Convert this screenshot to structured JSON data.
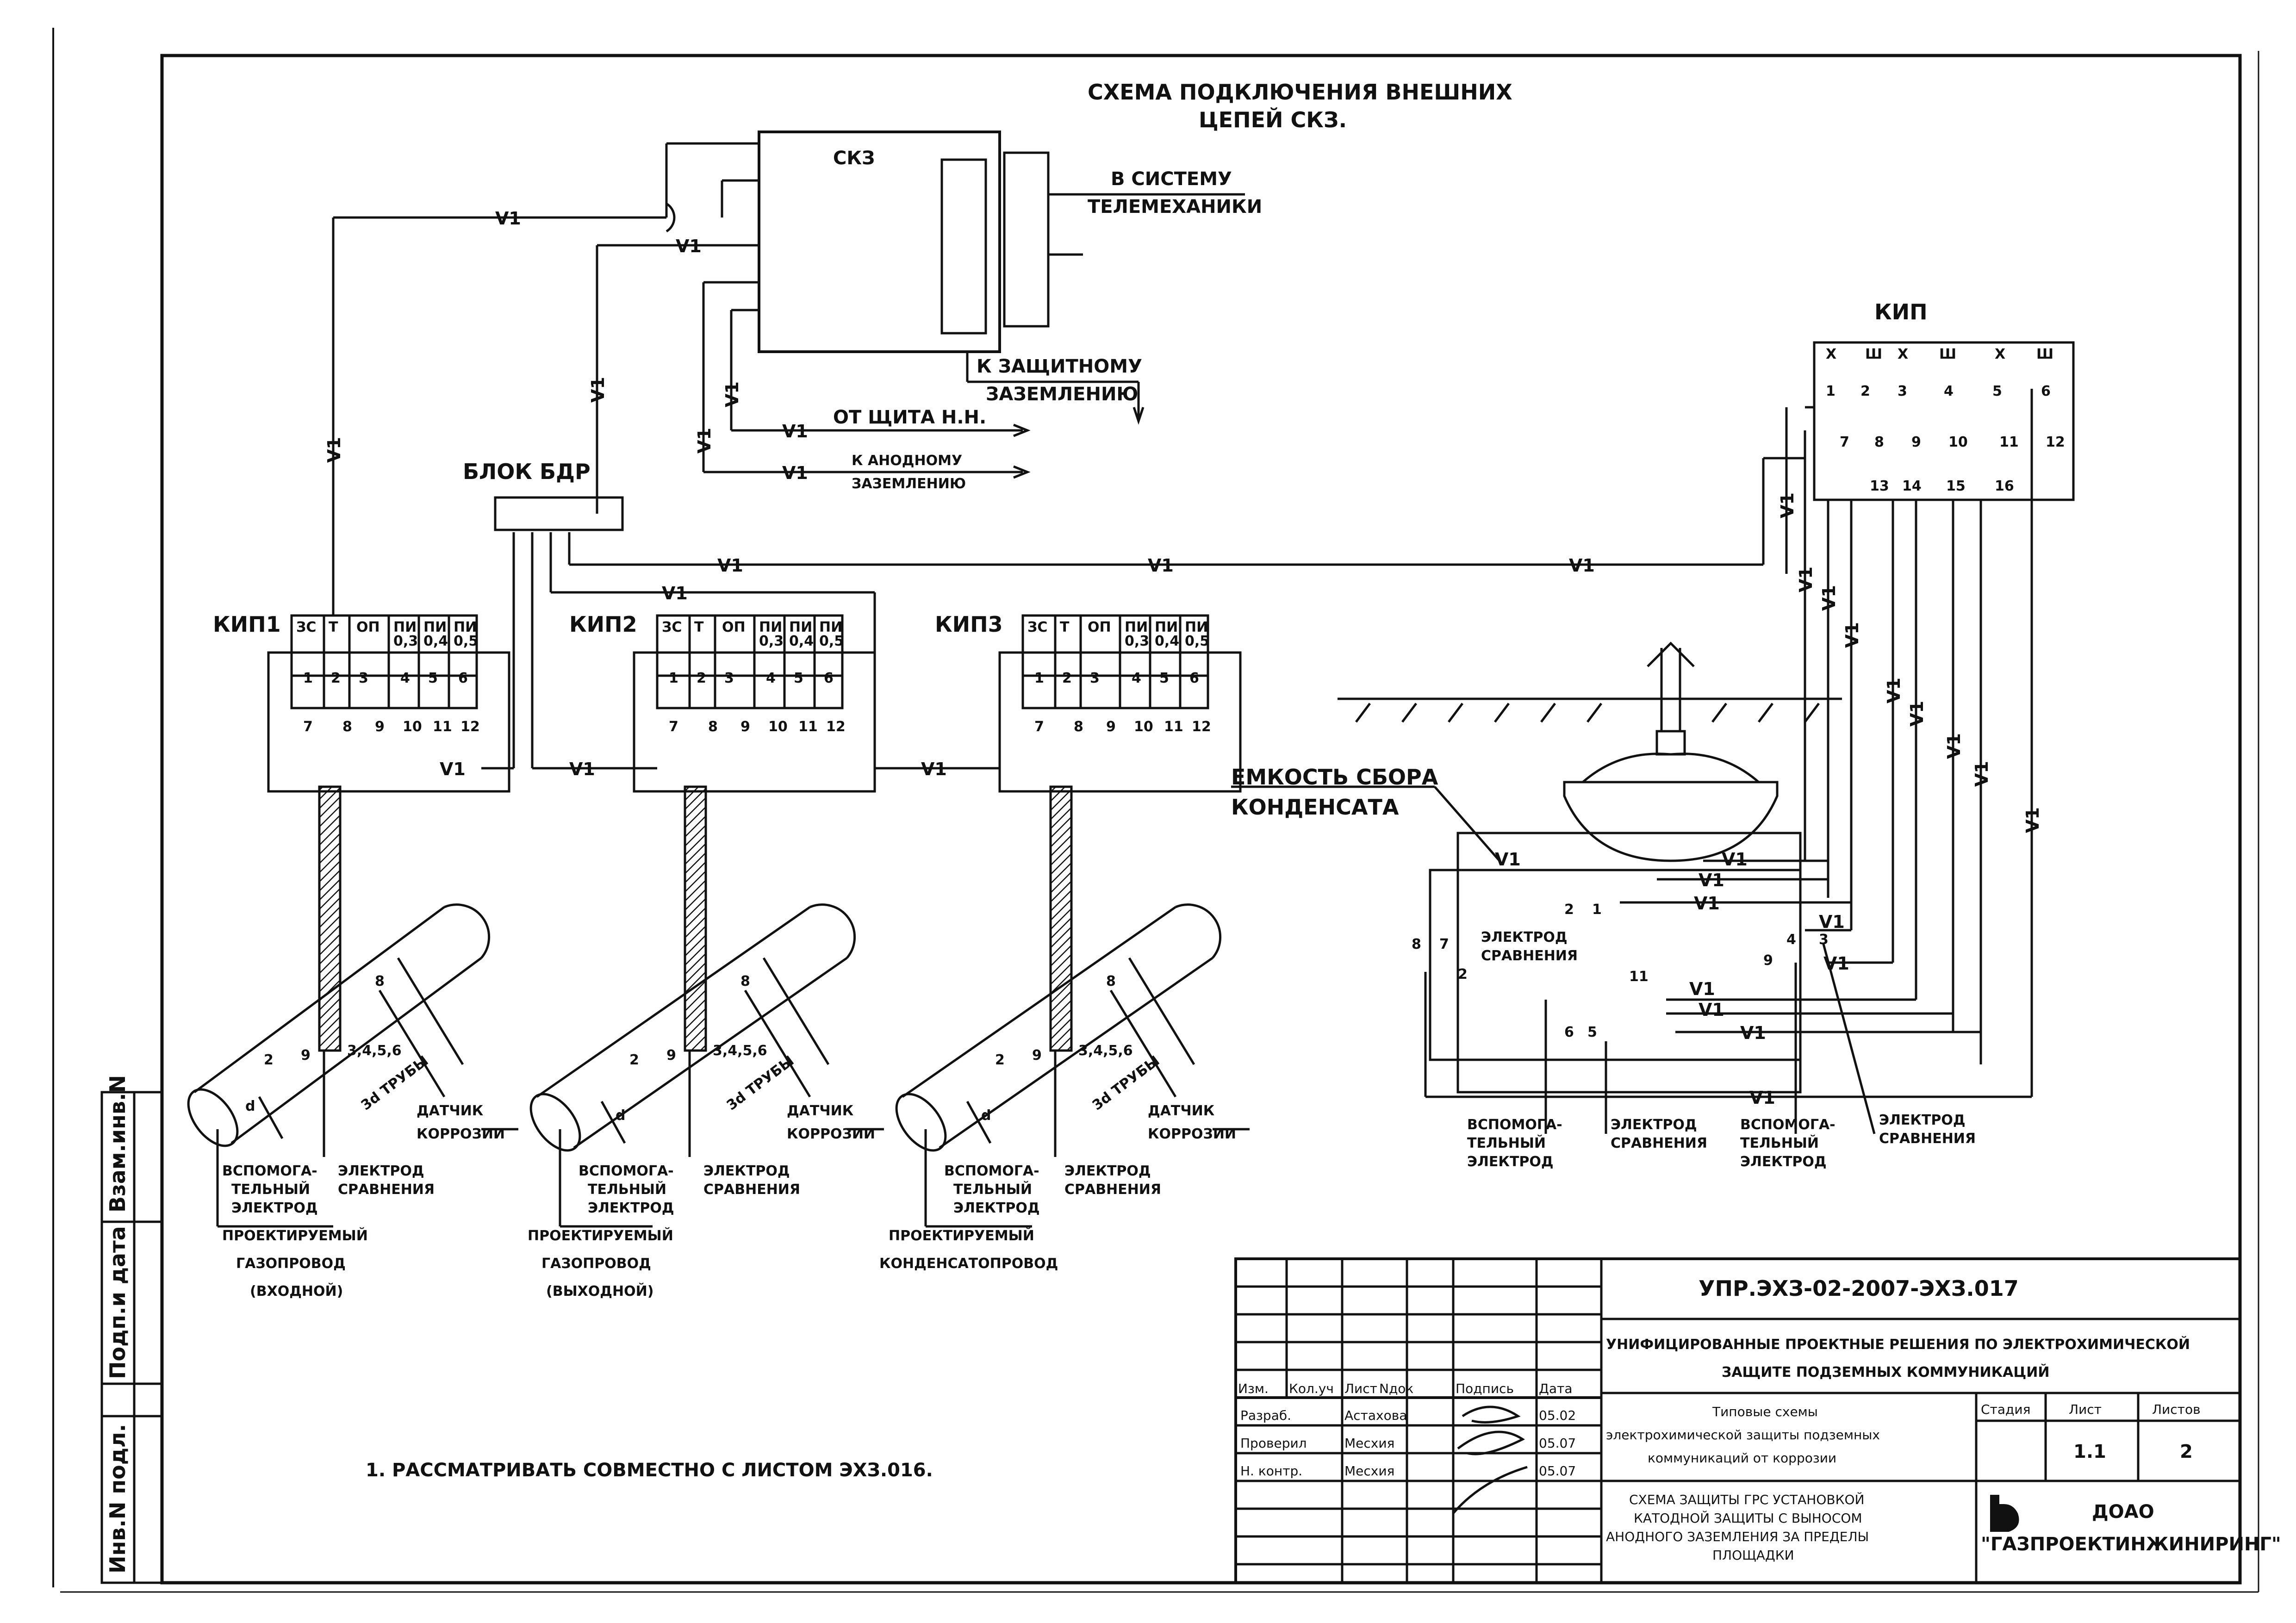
{
  "drawing": {
    "title": [
      "СХЕМА ПОДКЛЮЧЕНИЯ ВНЕШНИХ",
      "ЦЕПЕЙ СКЗ."
    ],
    "cable_mark": "V1",
    "skz": {
      "label": "СКЗ",
      "to_telemechanics": [
        "В СИСТЕМУ",
        "ТЕЛЕМЕХАНИКИ"
      ],
      "to_protective_ground": [
        "К ЗАЩИТНОМУ",
        "ЗАЗЕМЛЕНИЮ"
      ],
      "from_panel": "ОТ ЩИТА Н.Н.",
      "to_anode_ground": [
        "К АНОДНОМУ",
        "ЗАЗЕМЛЕНИЮ"
      ]
    },
    "bdr": {
      "label": "БЛОК БДР"
    },
    "kip_main": {
      "label": "КИП",
      "top_labels": [
        "Х",
        "Ш",
        "Х",
        "Ш",
        "Х",
        "Ш"
      ],
      "terminals": [
        "1",
        "2",
        "3",
        "4",
        "5",
        "6",
        "7",
        "8",
        "9",
        "10",
        "11",
        "12",
        "13",
        "14",
        "15",
        "16"
      ]
    },
    "kips": [
      {
        "label": "КИП1",
        "pipe": [
          "ПРОЕКТИРУЕМЫЙ",
          "ГАЗОПРОВОД",
          "(ВХОДНОЙ)"
        ]
      },
      {
        "label": "КИП2",
        "pipe": [
          "ПРОЕКТИРУЕМЫЙ",
          "ГАЗОПРОВОД",
          "(ВЫХОДНОЙ)"
        ]
      },
      {
        "label": "КИП3",
        "pipe": [
          "ПРОЕКТИРУЕМЫЙ",
          "КОНДЕНСАТОПРОВОД"
        ]
      }
    ],
    "kip_header": [
      "ЗС",
      "Т",
      "ОП",
      "ПИ",
      "ПИ",
      "ПИ"
    ],
    "kip_values": [
      "0,3",
      "0,4",
      "0,5"
    ],
    "kip_terminals": [
      "1",
      "2",
      "3",
      "4",
      "5",
      "6",
      "7",
      "8",
      "9",
      "10",
      "11",
      "12"
    ],
    "pipe_labels": {
      "aux_electrode": [
        "ВСПОМОГА-",
        "ТЕЛЬНЫЙ",
        "ЭЛЕКТРОД"
      ],
      "ref_electrode": [
        "ЭЛЕКТРОД",
        "СРАВНЕНИЯ"
      ],
      "corrosion_sensor": [
        "ДАТЧИК",
        "КОРРОЗИИ"
      ],
      "pipe_diam": "3d ТРУБЫ",
      "num_sensor": "3,4,5,6",
      "num_9": "9",
      "num_2": "2",
      "num_8": "8",
      "num_d": "d"
    },
    "tank": {
      "label": [
        "ЕМКОСТЬ СБОРА",
        "КОНДЕНСАТА"
      ],
      "bottom_labels": [
        [
          "ВСПОМОГА-",
          "ТЕЛЬНЫЙ",
          "ЭЛЕКТРОД"
        ],
        [
          "ЭЛЕКТРОД",
          "СРАВНЕНИЯ"
        ],
        [
          "ВСПОМОГА-",
          "ТЕЛЬНЫЙ",
          "ЭЛЕКТРОД"
        ],
        [
          "ЭЛЕКТРОД",
          "СРАВНЕНИЯ"
        ]
      ],
      "ref_label": [
        "ЭЛЕКТРОД",
        "СРАВНЕНИЯ"
      ],
      "nums": [
        "2",
        "1",
        "8",
        "7",
        "2",
        "4",
        "3",
        "9",
        "11",
        "6",
        "5"
      ]
    },
    "note": "1. РАССМАТРИВАТЬ СОВМЕСТНО С ЛИСТОМ ЭХЗ.016."
  },
  "side_stamp": [
    "Инв.N подл.",
    "Подп.и дата",
    "Взам.инв.N"
  ],
  "title_block": {
    "doc_code": "УПР.ЭХЗ-02-2007-ЭХЗ.017",
    "project_name": [
      "УНИФИЦИРОВАННЫЕ ПРОЕКТНЫЕ РЕШЕНИЯ ПО ЭЛЕКТРОХИМИЧЕСКОЙ",
      "ЗАЩИТЕ ПОДЗЕМНЫХ КОММУНИКАЦИЙ"
    ],
    "col_headers": [
      "Изм.",
      "Кол.уч",
      "Лист",
      "Nдок",
      "Подпись",
      "Дата"
    ],
    "rows": [
      {
        "role": "Разраб.",
        "name": "Астахова",
        "date": "05.02"
      },
      {
        "role": "Проверил",
        "name": "Месхия",
        "date": "05.07"
      },
      {
        "role": "Н. контр.",
        "name": "Месхия",
        "date": "05.07"
      }
    ],
    "sheet_title": [
      "Типовые схемы",
      "электрохимической защиты подземных",
      "коммуникаций от коррозии"
    ],
    "stage_label": "Стадия",
    "sheet_label": "Лист",
    "sheets_label": "Листов",
    "sheet_no": "1.1",
    "sheets_total": "2",
    "drawing_name": [
      "СХЕМА ЗАЩИТЫ ГРС УСТАНОВКОЙ",
      "КАТОДНОЙ ЗАЩИТЫ С ВЫНОСОМ",
      "АНОДНОГО ЗАЗЕМЛЕНИЯ ЗА ПРЕДЕЛЫ",
      "ПЛОЩАДКИ"
    ],
    "org_prefix": "ДОАО",
    "org_name": "\"ГАЗПРОЕКТИНЖИНИРИНГ\""
  }
}
